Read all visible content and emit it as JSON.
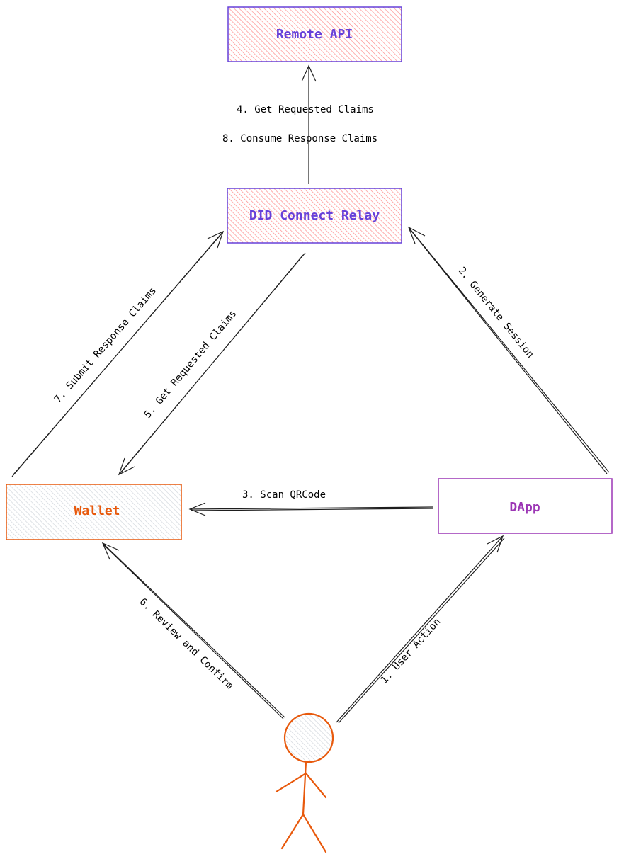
{
  "colors": {
    "purple": "#6741d9",
    "magenta": "#9c36b5",
    "orange": "#e8590c",
    "red_hatch": "#ff8787",
    "grey_hatch": "#ced4da",
    "line": "#1e1e1e"
  },
  "nodes": {
    "remote_api": "Remote API",
    "relay": "DID Connect Relay",
    "wallet": "Wallet",
    "dapp": "DApp"
  },
  "edges": {
    "e1": "1. User Action",
    "e2": "2. Generate Session",
    "e3": "3. Scan QRCode",
    "e4": "4. Get Requested Claims",
    "e5": "5. Get Requested Claims",
    "e6": "6. Review and Confirm",
    "e7": "7. Submit Response Claims",
    "e8": "8. Consume Response Claims"
  },
  "actor": {
    "icon": "stick-figure-user-icon"
  }
}
